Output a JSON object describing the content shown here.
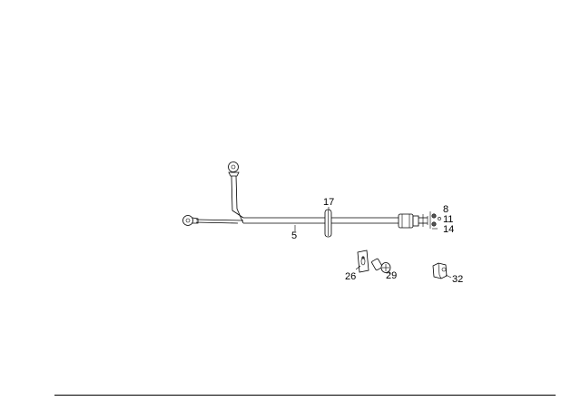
{
  "labels": {
    "p5": "5",
    "p8": "8",
    "p11": "11",
    "p14": "14",
    "p17": "17",
    "p26": "26",
    "p29": "29",
    "p32": "32"
  }
}
